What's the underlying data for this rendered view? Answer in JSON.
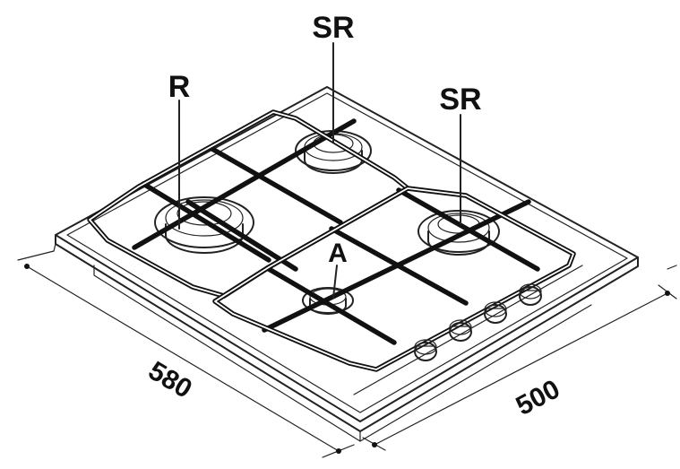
{
  "labels": {
    "rapid": "R",
    "semi_rapid_back": "SR",
    "semi_rapid_right": "SR",
    "auxiliary": "A"
  },
  "dimensions": {
    "depth": "580",
    "width": "500"
  }
}
